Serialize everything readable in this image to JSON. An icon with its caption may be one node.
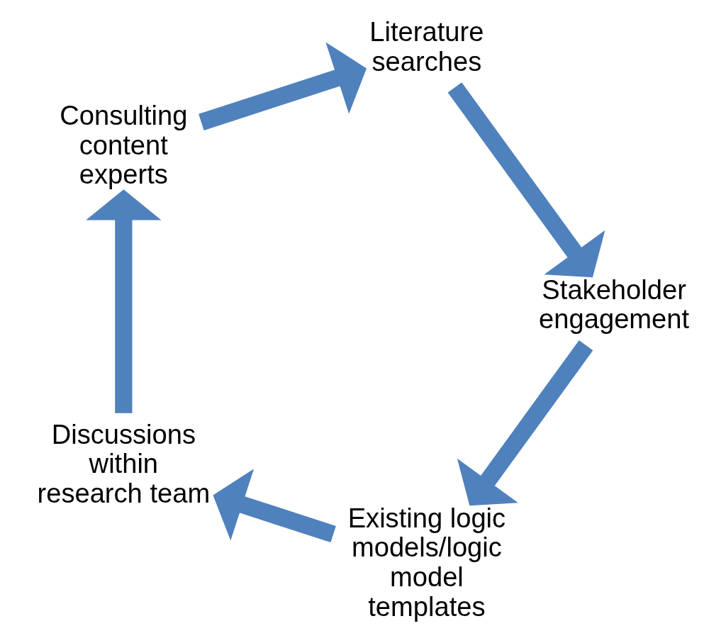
{
  "diagram": {
    "nodes": [
      {
        "text": [
          "Existing logic models/logic model templates"
        ]
      },
      {
        "text": [
          "Discussions within research team"
        ]
      },
      {
        "text": [
          "Consulting content experts"
        ]
      },
      {
        "text": [
          "Literature searches"
        ]
      },
      {
        "text": [
          "Stakeholder engagement"
        ]
      }
    ],
    "edges": [
      {
        "from": 0,
        "to": 1,
        "arrow": "to"
      },
      {
        "from": 1,
        "to": 2,
        "arrow": "to"
      },
      {
        "from": 2,
        "to": 3,
        "arrow": "to"
      },
      {
        "from": 3,
        "to": 4,
        "arrow": "to"
      },
      {
        "from": 4,
        "to": 0,
        "arrow": "to"
      }
    ]
  }
}
